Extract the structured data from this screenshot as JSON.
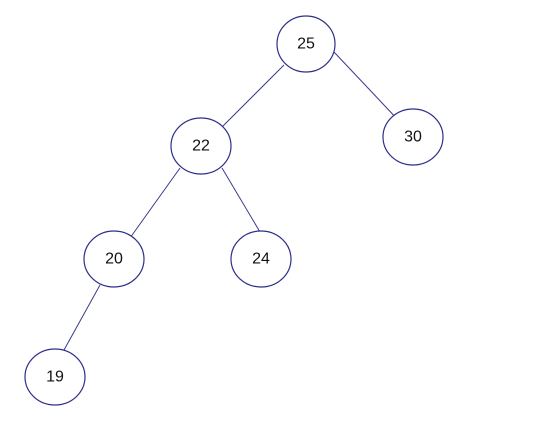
{
  "tree": {
    "nodes": [
      {
        "id": "n25",
        "label": "25"
      },
      {
        "id": "n22",
        "label": "22"
      },
      {
        "id": "n30",
        "label": "30"
      },
      {
        "id": "n20",
        "label": "20"
      },
      {
        "id": "n24",
        "label": "24"
      },
      {
        "id": "n19",
        "label": "19"
      }
    ],
    "edges": [
      {
        "from": "n25",
        "to": "n22"
      },
      {
        "from": "n25",
        "to": "n30"
      },
      {
        "from": "n22",
        "to": "n20"
      },
      {
        "from": "n22",
        "to": "n24"
      },
      {
        "from": "n20",
        "to": "n19"
      }
    ],
    "colors": {
      "node_stroke": "#2e2e8a",
      "edge_stroke": "#3a3a8c",
      "label": "#111111"
    }
  }
}
